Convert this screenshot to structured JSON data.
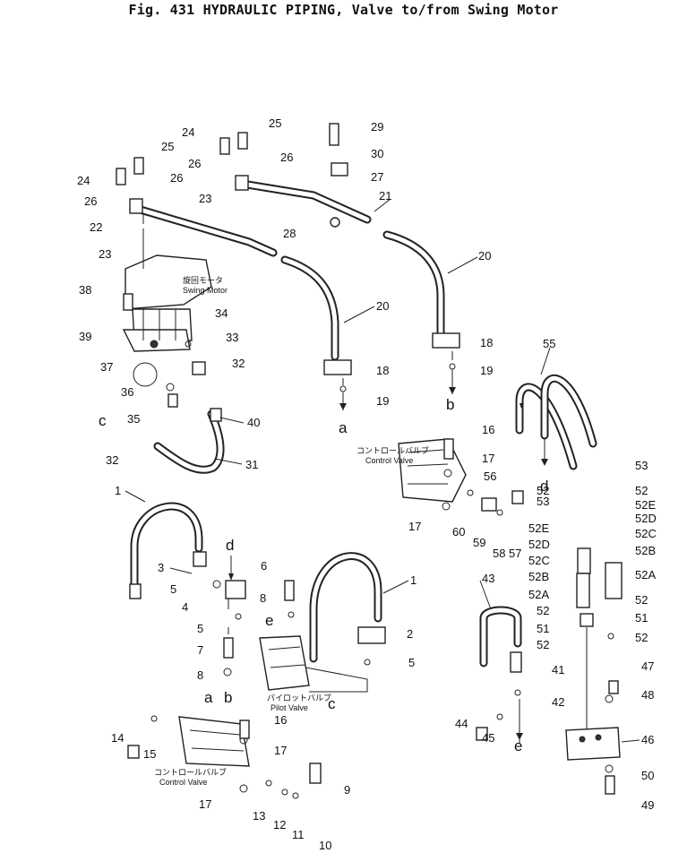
{
  "figure": {
    "title": "Fig. 431  HYDRAULIC PIPING, Valve to∕from Swing Motor"
  },
  "components": {
    "swing_motor_jp": "旋回モータ",
    "swing_motor": "Swing Motor",
    "control_valve_jp": "コントロールバルブ",
    "control_valve": "Control Valve",
    "pilot_valve_jp": "パイロットバルブ",
    "pilot_valve": "Pilot Valve"
  },
  "connection_letters": [
    "a",
    "b",
    "c",
    "d",
    "e"
  ],
  "callouts": [
    "1",
    "2",
    "3",
    "4",
    "5",
    "6",
    "7",
    "8",
    "9",
    "10",
    "11",
    "12",
    "13",
    "14",
    "15",
    "16",
    "17",
    "18",
    "19",
    "20",
    "21",
    "22",
    "23",
    "24",
    "25",
    "26",
    "27",
    "28",
    "29",
    "30",
    "31",
    "32",
    "33",
    "34",
    "35",
    "36",
    "37",
    "38",
    "39",
    "40",
    "41",
    "42",
    "43",
    "44",
    "45",
    "46",
    "47",
    "48",
    "49",
    "50",
    "51",
    "52",
    "52A",
    "52B",
    "52C",
    "52D",
    "52E",
    "53",
    "55",
    "56",
    "57",
    "58",
    "59",
    "60"
  ]
}
